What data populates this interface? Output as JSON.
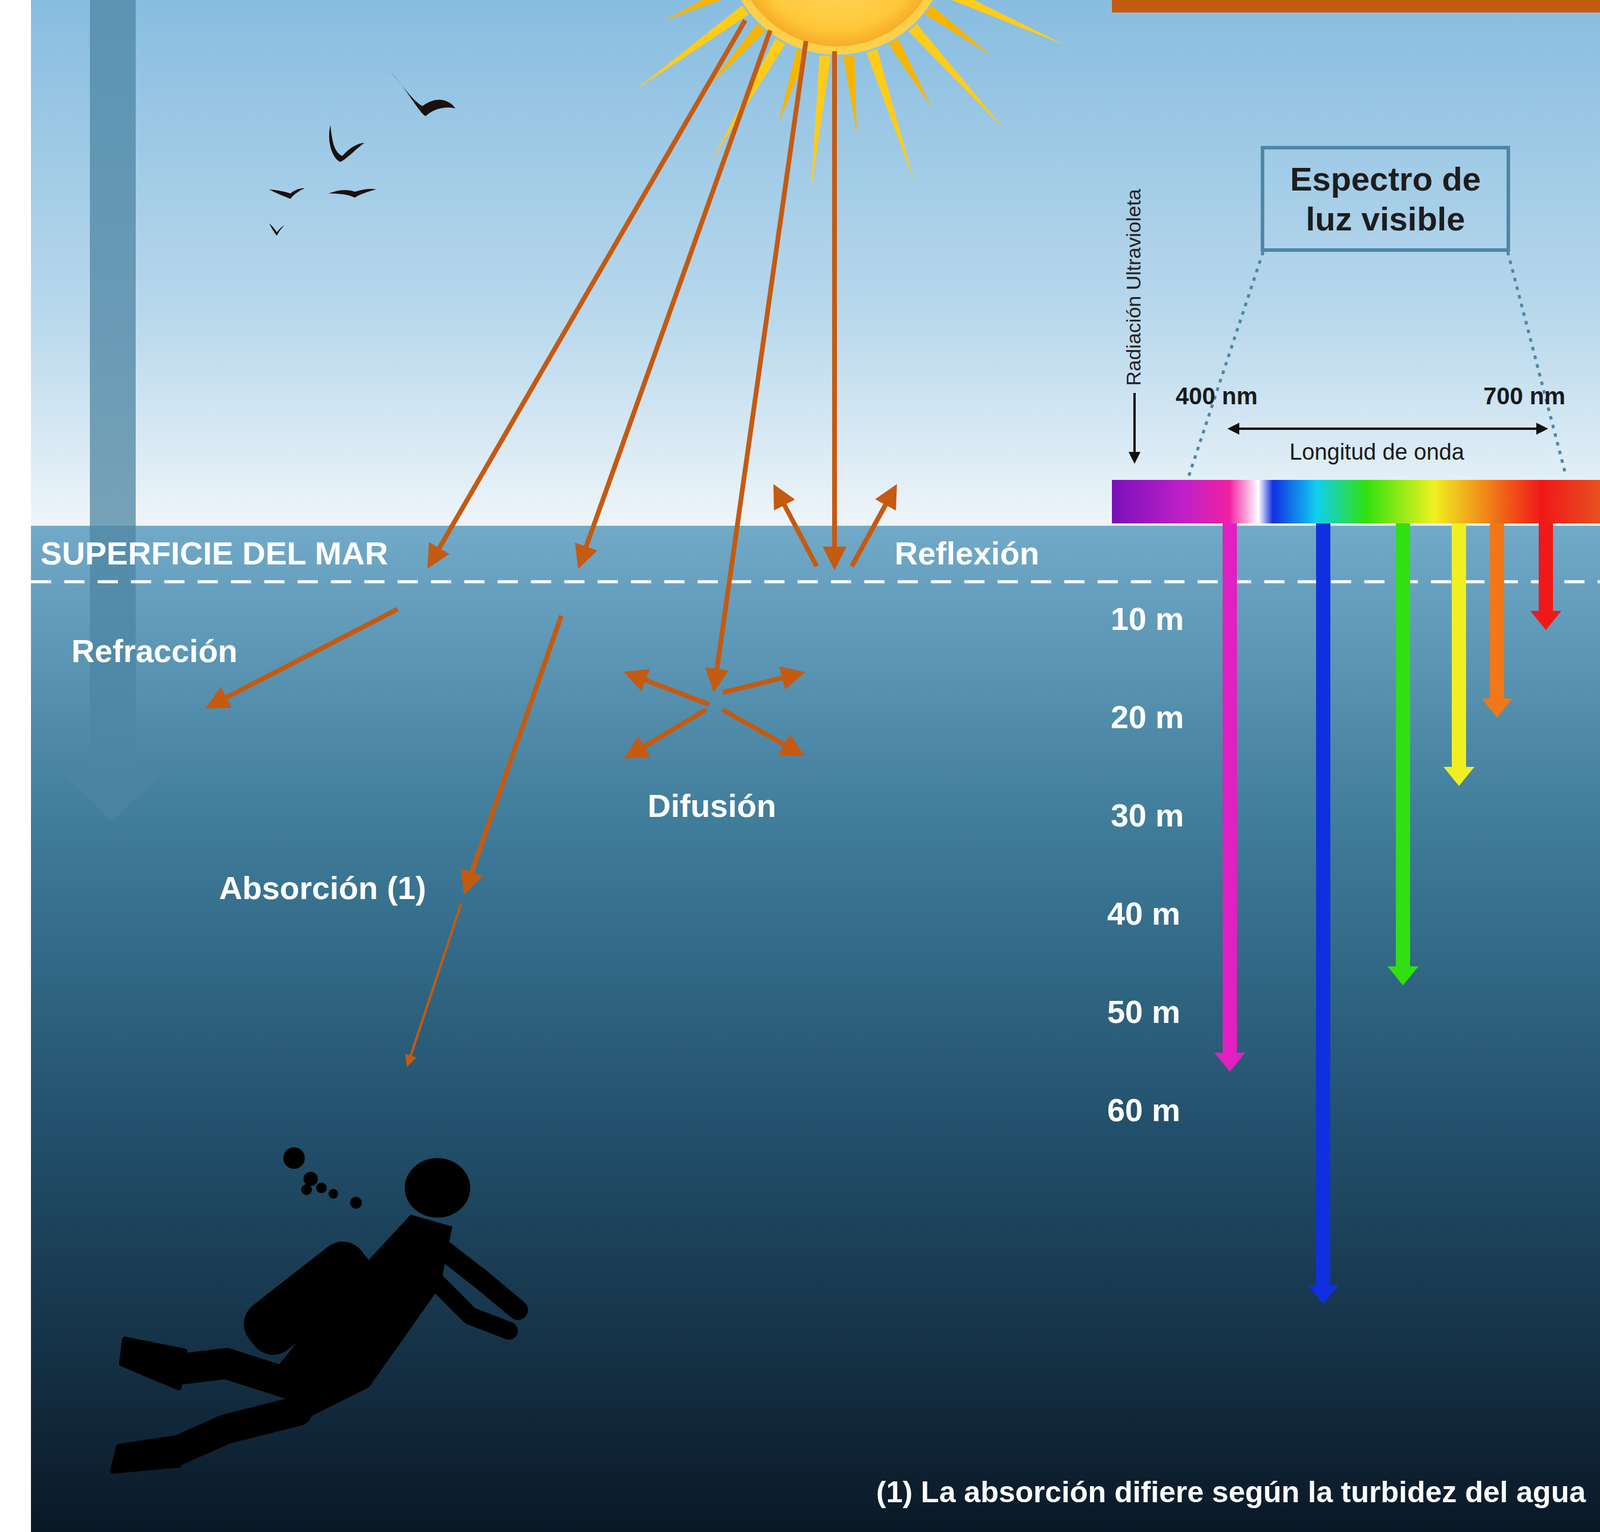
{
  "diagram": {
    "nodes": [
      {
        "text": [
          "Espectro de luz visible"
        ]
      }
    ],
    "edges": [],
    "labels": [
      "Radiación Ultravioleta",
      "400 nm",
      "700 nm",
      "Longitud de onda",
      "SUPERFICIE DEL MAR",
      "Reflexión",
      "Refracción",
      "Difusión",
      "10 m",
      "20 m",
      "30 m",
      "40 m",
      "50 m",
      "60 m",
      "Absorción (1)",
      "(1) La absorción difiere según la turbidez del agua"
    ]
  }
}
